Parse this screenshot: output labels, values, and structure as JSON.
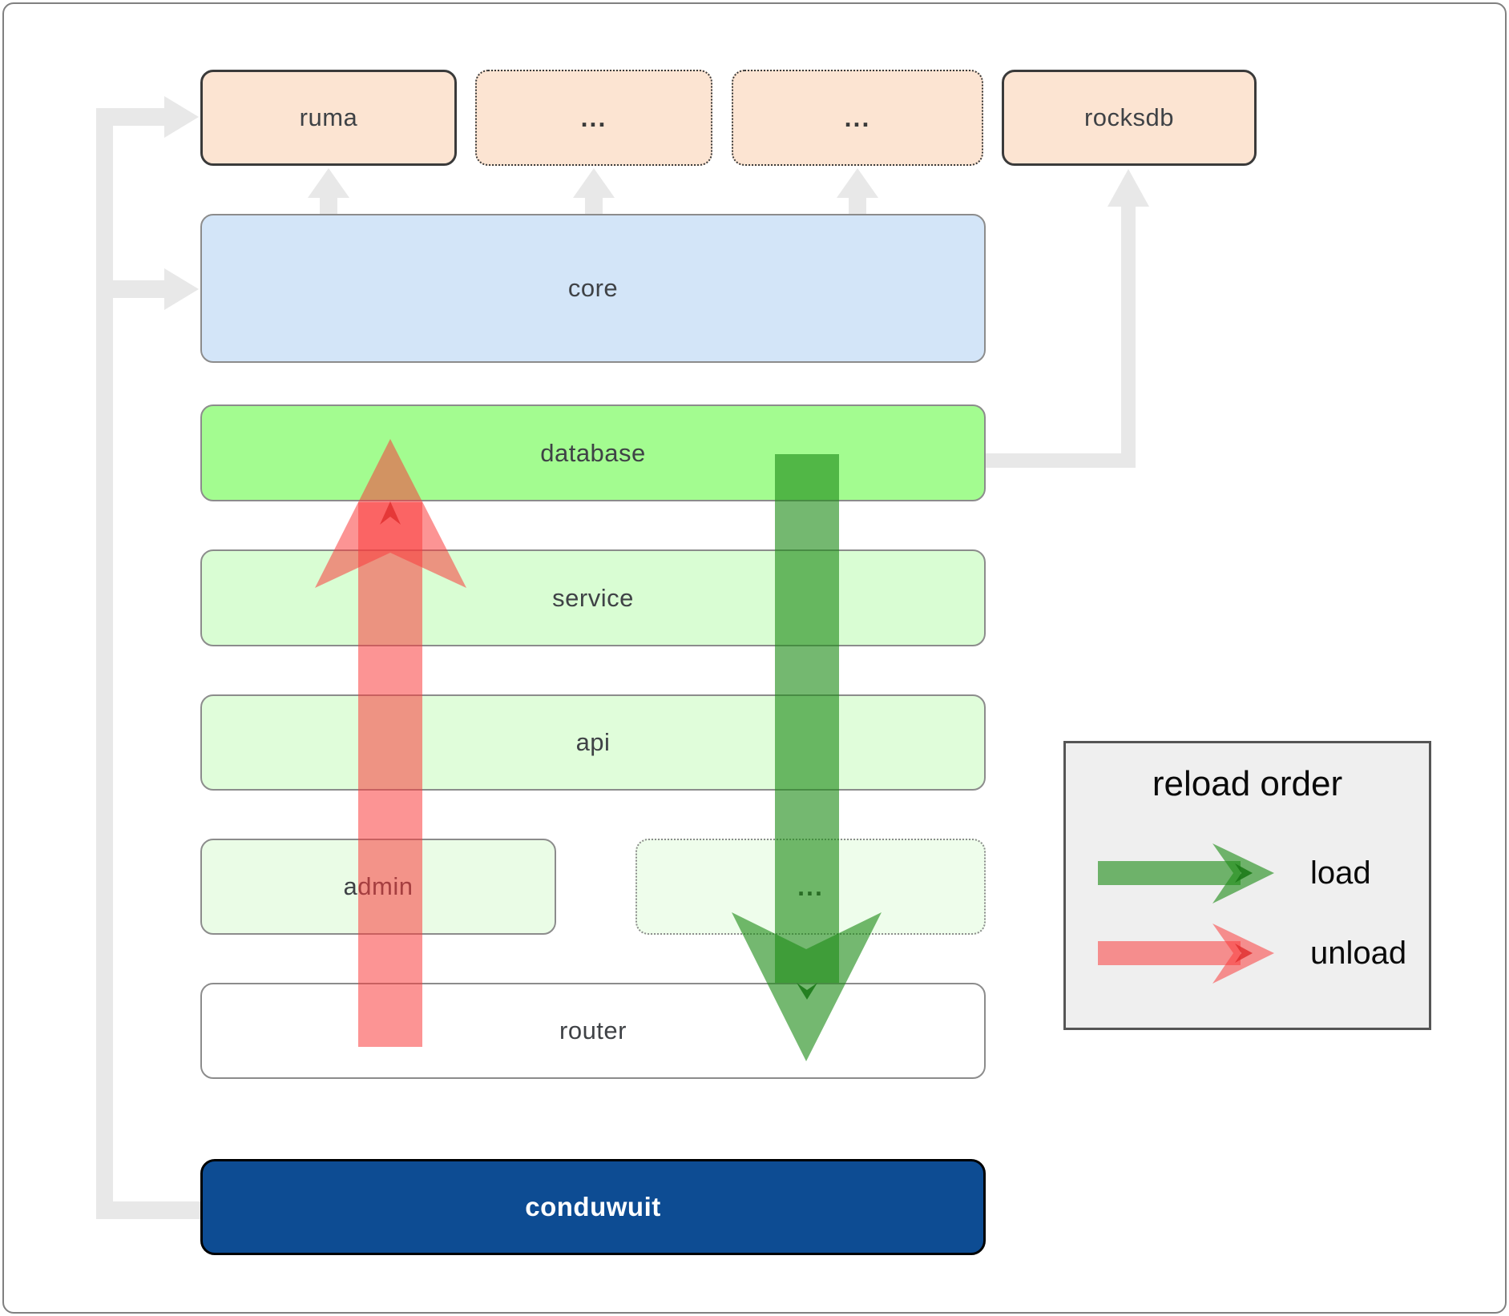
{
  "boxes": {
    "ruma": {
      "label": "ruma"
    },
    "dots_top_1": {
      "label": "..."
    },
    "dots_top_2": {
      "label": "..."
    },
    "rocksdb": {
      "label": "rocksdb"
    },
    "core": {
      "label": "core"
    },
    "database": {
      "label": "database"
    },
    "service": {
      "label": "service"
    },
    "api": {
      "label": "api"
    },
    "admin": {
      "label": "admin"
    },
    "dots_bottom": {
      "label": "..."
    },
    "router": {
      "label": "router"
    },
    "conduwuit": {
      "label": "conduwuit"
    }
  },
  "legend": {
    "title": "reload order",
    "items": [
      {
        "label": "load"
      },
      {
        "label": "unload"
      }
    ]
  },
  "colors": {
    "connector_gray": "#e8e8e8",
    "load_green": "#1e8c19",
    "load_green_marker": "#1c7a18",
    "unload_red": "#fa3c3c",
    "unload_red_marker": "#e03030",
    "peach_fill": "#fce4d2",
    "core_fill": "#d3e5f8",
    "database_fill": "#a3fc90",
    "service_fill": "#d9fdd3",
    "api_fill": "#e0fdda",
    "admin_fill": "#eafce6",
    "dots_bottom_fill": "#eefdeb",
    "router_fill": "#ffffff",
    "conduwuit_fill": "#0d4c93",
    "legend_bg": "#efefef"
  }
}
